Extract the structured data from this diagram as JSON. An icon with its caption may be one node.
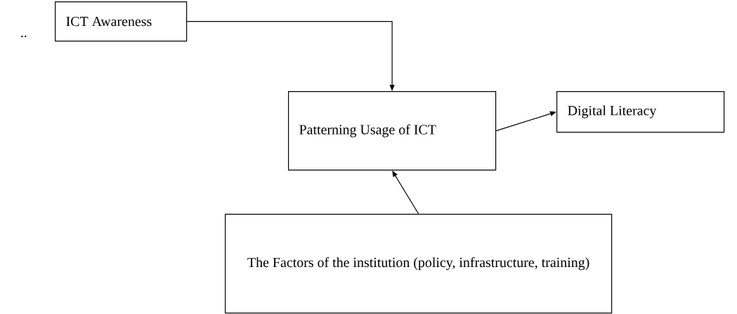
{
  "diagram": {
    "nodes": [
      {
        "text": [
          "ICT Awareness"
        ]
      },
      {
        "text": [
          "Patterning Usage of ICT"
        ]
      },
      {
        "text": [
          "Digital Literacy"
        ]
      },
      {
        "text": [
          "The Factors of the institution (policy, infrastructure, training)"
        ]
      }
    ],
    "edges": [
      {
        "from": 0,
        "to": 1,
        "arrow": "to"
      },
      {
        "from": 1,
        "to": 2,
        "arrow": "to"
      },
      {
        "from": 3,
        "to": 1,
        "arrow": "to"
      }
    ],
    "labels": [
      ".."
    ]
  }
}
